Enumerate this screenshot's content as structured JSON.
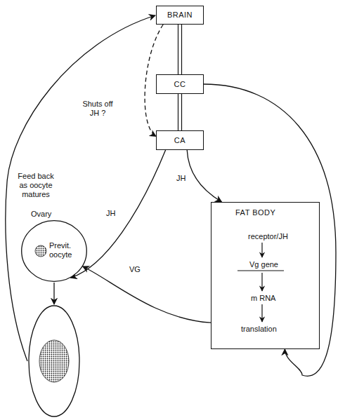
{
  "diagram": {
    "nodes": [
      {
        "text": [
          "BRAIN"
        ]
      },
      {
        "text": [
          "CC"
        ]
      },
      {
        "text": [
          "CA"
        ]
      },
      {
        "text": [
          "FAT BODY",
          "receptor/JH",
          "Vg gene",
          "m RNA",
          "translation"
        ]
      },
      {
        "text": [
          "Ovary",
          "Previt. oocyte"
        ]
      }
    ],
    "edges": [
      {
        "from": 0,
        "to": 1,
        "arrow": "none"
      },
      {
        "from": 1,
        "to": 2,
        "arrow": "none"
      },
      {
        "from": 0,
        "to": 2,
        "label": "Shuts off JH ?",
        "arrow": "to"
      },
      {
        "from": 2,
        "to": 3,
        "label": "JH",
        "arrow": "to"
      },
      {
        "from": 2,
        "to": 4,
        "label": "JH",
        "arrow": "to"
      },
      {
        "from": 3,
        "to": 4,
        "label": "VG",
        "arrow": "to"
      },
      {
        "from": 1,
        "to": 3,
        "arrow": "to"
      }
    ],
    "labels": [
      "Feed back as oocyte matures"
    ]
  }
}
